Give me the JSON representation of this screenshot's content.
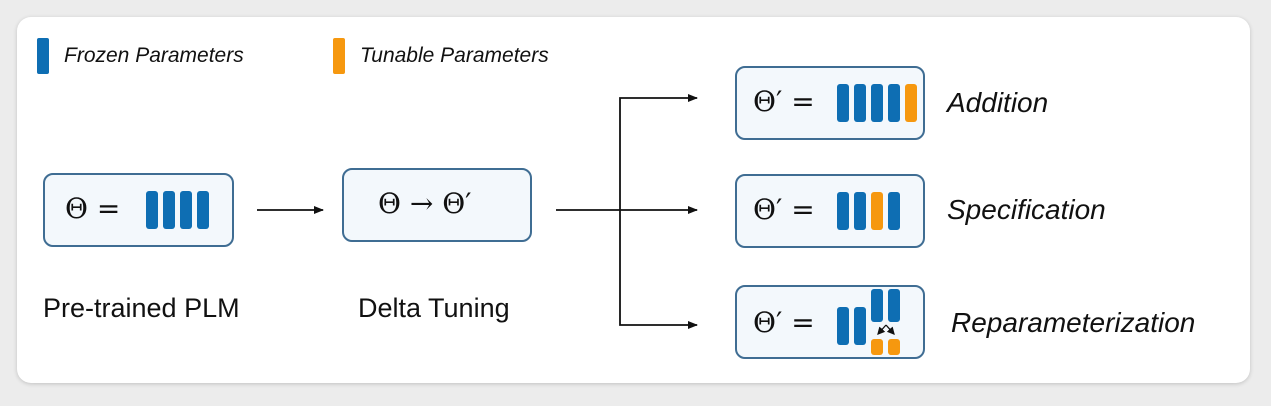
{
  "colors": {
    "frozen": "#0e6eb3",
    "tunable": "#f6980f",
    "box_border": "#3f6d93",
    "box_fill": "#f3f8fc",
    "arrow": "#111111"
  },
  "legend": [
    {
      "label": "Frozen Parameters",
      "kind": "frozen"
    },
    {
      "label": "Tunable Parameters",
      "kind": "tunable"
    }
  ],
  "plm": {
    "formula": "Θ =",
    "params": [
      "frozen",
      "frozen",
      "frozen",
      "frozen"
    ],
    "caption": "Pre-trained PLM"
  },
  "delta": {
    "formula": "Θ → Θ′",
    "caption": "Delta Tuning"
  },
  "methods": [
    {
      "formula": "Θ′ =",
      "params": [
        "frozen",
        "frozen",
        "frozen",
        "frozen",
        "tunable"
      ],
      "label": "Addition"
    },
    {
      "formula": "Θ′ =",
      "params": [
        "frozen",
        "frozen",
        "tunable",
        "frozen"
      ],
      "label": "Specification"
    },
    {
      "formula": "Θ′ =",
      "params": [
        "frozen",
        "frozen",
        "frozen",
        "frozen"
      ],
      "low_rank": [
        "tunable",
        "tunable"
      ],
      "label": "Reparameterization"
    }
  ]
}
